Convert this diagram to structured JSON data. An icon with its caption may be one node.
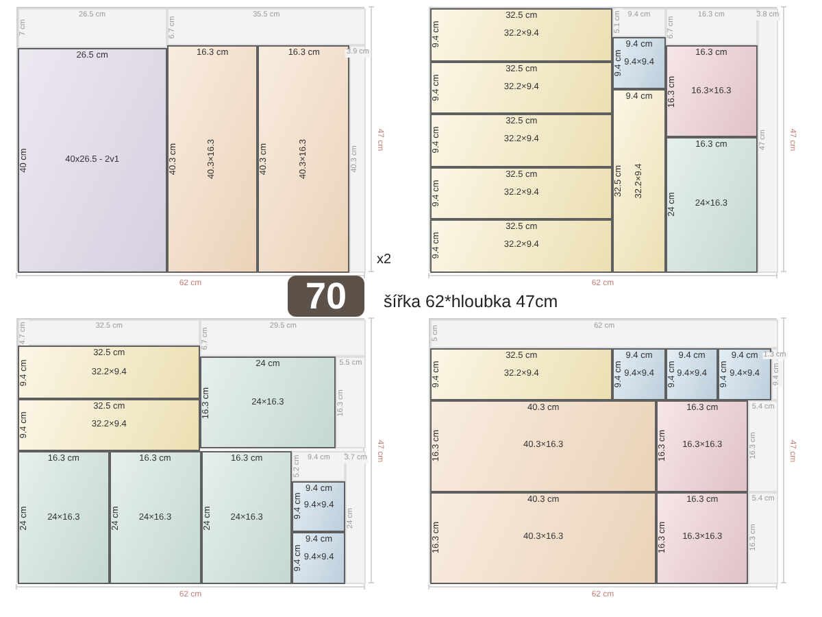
{
  "diagram": {
    "nodes": [
      {
        "text": [],
        "shape": "box",
        "beside": [
          "62 cm",
          "47 cm"
        ]
      },
      {
        "text": [
          "26.5 cm",
          "7 cm"
        ],
        "in": 0
      },
      {
        "text": [
          "35.5 cm",
          "6.7 cm"
        ],
        "in": 0
      },
      {
        "text": [
          "26.5 cm",
          "40 cm",
          "40x26.5 - 2v1"
        ],
        "in": 0
      },
      {
        "text": [
          "16.3 cm",
          "40.3 cm",
          "40.3×16.3"
        ],
        "in": 0
      },
      {
        "text": [
          "16.3 cm",
          "40.3 cm",
          "40.3×16.3"
        ],
        "in": 0
      },
      {
        "text": [
          "3.9 cm",
          "40.3 cm"
        ],
        "in": 0
      },
      {
        "text": [],
        "shape": "box",
        "beside": [
          "62 cm",
          "47 cm"
        ]
      },
      {
        "text": [
          "32.5 cm",
          "9.4 cm",
          "32.2×9.4"
        ],
        "in": 7
      },
      {
        "text": [
          "32.5 cm",
          "9.4 cm",
          "32.2×9.4"
        ],
        "in": 7
      },
      {
        "text": [
          "32.5 cm",
          "9.4 cm",
          "32.2×9.4"
        ],
        "in": 7
      },
      {
        "text": [
          "32.5 cm",
          "9.4 cm",
          "32.2×9.4"
        ],
        "in": 7
      },
      {
        "text": [
          "32.5 cm",
          "9.4 cm",
          "32.2×9.4"
        ],
        "in": 7
      },
      {
        "text": [
          "9.4 cm",
          "5.1 cm"
        ],
        "in": 7
      },
      {
        "text": [
          "9.4 cm",
          "9.4 cm",
          "9.4×9.4"
        ],
        "in": 7
      },
      {
        "text": [
          "9.4 cm",
          "32.5 cm",
          "32.2×9.4"
        ],
        "in": 7
      },
      {
        "text": [
          "16.3 cm",
          "6.7 cm"
        ],
        "in": 7
      },
      {
        "text": [
          "16.3 cm",
          "16.3 cm",
          "16.3×16.3"
        ],
        "in": 7
      },
      {
        "text": [
          "16.3 cm",
          "24 cm",
          "24×16.3"
        ],
        "in": 7
      },
      {
        "text": [
          "3.8 cm",
          "47 cm"
        ],
        "in": 7
      },
      {
        "text": [],
        "shape": "box",
        "beside": [
          "62 cm",
          "47 cm"
        ]
      },
      {
        "text": [
          "32.5 cm",
          "4.7 cm"
        ],
        "in": 20
      },
      {
        "text": [
          "29.5 cm",
          "6.7 cm"
        ],
        "in": 20
      },
      {
        "text": [
          "32.5 cm",
          "9.4 cm",
          "32.2×9.4"
        ],
        "in": 20
      },
      {
        "text": [
          "32.5 cm",
          "9.4 cm",
          "32.2×9.4"
        ],
        "in": 20
      },
      {
        "text": [
          "24 cm",
          "16.3 cm",
          "24×16.3"
        ],
        "in": 20
      },
      {
        "text": [
          "5.5 cm",
          "16.3 cm"
        ],
        "in": 20
      },
      {
        "text": [
          "16.3 cm",
          "24 cm",
          "24×16.3"
        ],
        "in": 20
      },
      {
        "text": [
          "16.3 cm",
          "24 cm",
          "24×16.3"
        ],
        "in": 20
      },
      {
        "text": [
          "16.3 cm",
          "24 cm",
          "24×16.3"
        ],
        "in": 20
      },
      {
        "text": [
          "9.4 cm",
          "5.2 cm"
        ],
        "in": 20
      },
      {
        "text": [
          "9.4 cm",
          "9.4 cm",
          "9.4×9.4"
        ],
        "in": 20
      },
      {
        "text": [
          "9.4 cm",
          "9.4 cm",
          "9.4×9.4"
        ],
        "in": 20
      },
      {
        "text": [
          "3.7 cm",
          "24 cm"
        ],
        "in": 20
      },
      {
        "text": [],
        "shape": "box",
        "beside": [
          "62 cm",
          "47 cm"
        ]
      },
      {
        "text": [
          "62 cm",
          "5 cm"
        ],
        "in": 34
      },
      {
        "text": [
          "32.5 cm",
          "9.4 cm",
          "32.2×9.4"
        ],
        "in": 34
      },
      {
        "text": [
          "9.4 cm",
          "9.4 cm",
          "9.4×9.4"
        ],
        "in": 34
      },
      {
        "text": [
          "9.4 cm",
          "9.4 cm",
          "9.4×9.4"
        ],
        "in": 34
      },
      {
        "text": [
          "9.4 cm",
          "9.4 cm",
          "9.4×9.4"
        ],
        "in": 34
      },
      {
        "text": [
          "1.3 cm",
          "9.4 cm"
        ],
        "in": 34
      },
      {
        "text": [
          "40.3 cm",
          "16.3 cm",
          "40.3×16.3"
        ],
        "in": 34
      },
      {
        "text": [
          "16.3 cm",
          "16.3 cm",
          "16.3×16.3"
        ],
        "in": 34
      },
      {
        "text": [
          "5.4 cm",
          "16.3 cm"
        ],
        "in": 34
      },
      {
        "text": [
          "40.3 cm",
          "16.3 cm",
          "40.3×16.3"
        ],
        "in": 34
      },
      {
        "text": [
          "16.3 cm",
          "16.3 cm",
          "16.3×16.3"
        ],
        "in": 34
      },
      {
        "text": [
          "5.4 cm",
          "16.3 cm"
        ],
        "in": 34
      },
      {
        "text": [
          "70"
        ]
      }
    ],
    "labels": [
      "x2",
      "šířka 62*hloubka 47cm"
    ]
  }
}
